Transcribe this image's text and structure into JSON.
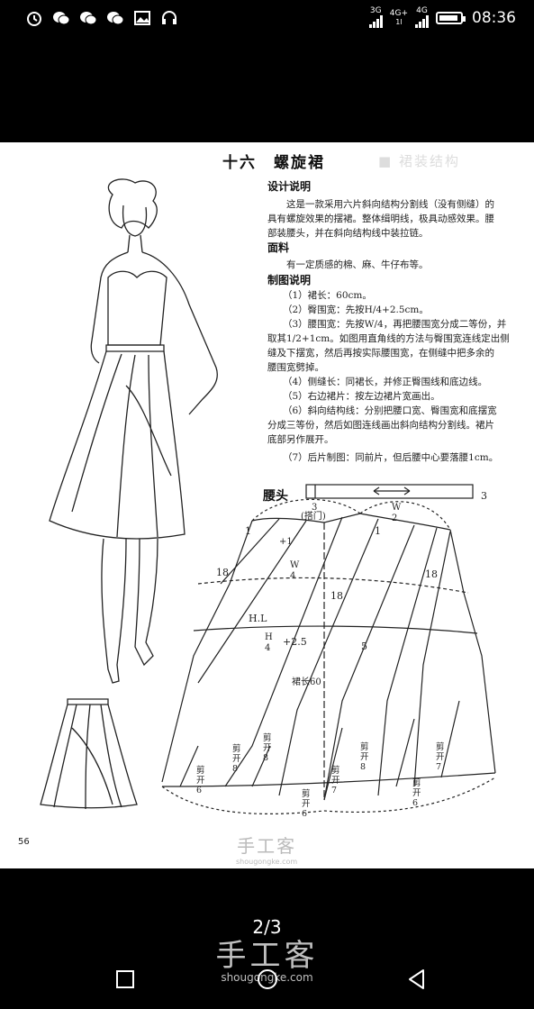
{
  "status_bar": {
    "time": "08:36",
    "signal_1": "3G",
    "signal_2": "4G+",
    "signal_3": "4G",
    "signal_2_sub": "1l"
  },
  "page": {
    "title": "十六　螺旋裙",
    "ghost_header": "■ 裙装结构",
    "sections": {
      "design_heading": "设计说明",
      "design_text_1": "这是一款采用六片斜向结构分割线（没有侧缝）的",
      "design_text_2": "具有螺旋效果的摆裙。整体缉明线，极具动感效果。腰",
      "design_text_3": "部装腰头，并在斜向结构线中装拉链。",
      "fabric_heading": "面料",
      "fabric_text": "有一定质感的棉、麻、牛仔布等。",
      "drafting_heading": "制图说明",
      "items": [
        "（1）裙长：60cm。",
        "（2）臀围宽：先按H/4+2.5cm。",
        "（3）腰围宽：先按W/4，再把腰围宽分成二等份，并",
        "取其1/2+1cm。如图用直角线的方法与臀围宽连线定出侧",
        "缝及下摆宽，然后再按实际腰围宽，在侧缝中把多余的",
        "腰围宽劈掉。",
        "（4）侧缝长：同裙长，并修正臀围线和底边线。",
        "（5）右边裙片：按左边裙片宽画出。",
        "（6）斜向结构线：分别把腰口宽、臀围宽和底摆宽",
        "分成三等份，然后如图连线画出斜向结构分割线。裙片",
        "底部另作展开。",
        "（7）后片制图：同前片，但后腰中心要落腰1cm。"
      ]
    },
    "waistband": {
      "label": "腰头",
      "width_label": "3",
      "overlap_num": "3",
      "overlap_label": "(搭门)",
      "w_num": "W",
      "w_den": "2"
    },
    "pattern_labels": {
      "one_left": "1",
      "one_right": "1",
      "eighteen_left": "18",
      "eighteen_mid": "18",
      "eighteen_right": "18",
      "hl": "H.L",
      "w_num": "W",
      "w_den": "4",
      "h_num": "H",
      "h_den": "4",
      "plus25": "+2.5",
      "five": "5",
      "skirt_length": "裙长60",
      "plus1": "+1",
      "cut_6a": "剪开6",
      "cut_8a": "剪开8",
      "cut_6b": "剪开6",
      "cut_7a": "剪开7",
      "cut_8b": "剪开8",
      "cut_6c": "剪开6",
      "cut_7b": "剪开7",
      "cut_8c": "剪开8"
    },
    "page_number": "56",
    "watermark": "手工客",
    "watermark_url": "shougongke.com"
  },
  "viewer": {
    "counter": "2/3",
    "watermark": "手工客",
    "watermark_url": "shougongke.com"
  },
  "icons": [
    "alarm-icon",
    "wechat-icon",
    "wechat-icon",
    "wechat-icon",
    "gallery-icon",
    "headset-icon",
    "battery-icon",
    "back-icon",
    "home-icon",
    "recent-apps-icon"
  ]
}
